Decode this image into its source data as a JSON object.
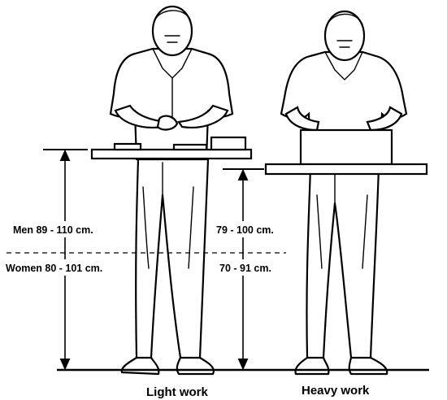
{
  "measurements": {
    "men_label": "Men 89 - 110 cm.",
    "women_label": "Women 80 - 101 cm.",
    "heavy_men_label": "79 - 100 cm.",
    "heavy_women_label": "70 - 91 cm."
  },
  "captions": {
    "light": "Light work",
    "heavy": "Heavy work"
  }
}
